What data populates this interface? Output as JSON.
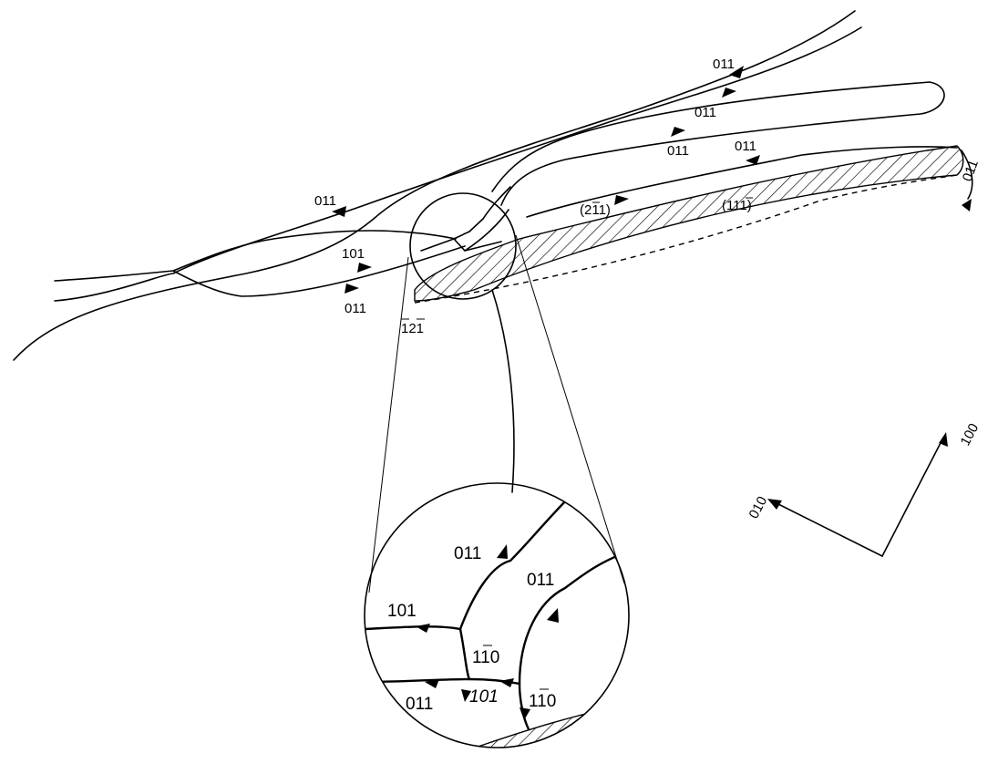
{
  "labels": {
    "top_a": "011",
    "top_b": "011",
    "mid_a": "011",
    "mid_b": "011",
    "mid_left": "011",
    "right_end": "011",
    "left_101": "101",
    "left_011": "011",
    "plane_211": "(211)",
    "plane_111": "(111)",
    "dir_121": "121",
    "axis_010": "010",
    "axis_100": "100"
  },
  "inset": {
    "l_011_top": "011",
    "l_011_right": "011",
    "l_101_left": "101",
    "l_110_center": "110",
    "l_011_bottom": "011",
    "l_101_bottom": "101",
    "l_110_right": "110"
  },
  "colors": {
    "ink": "#000000",
    "paper": "#ffffff"
  }
}
